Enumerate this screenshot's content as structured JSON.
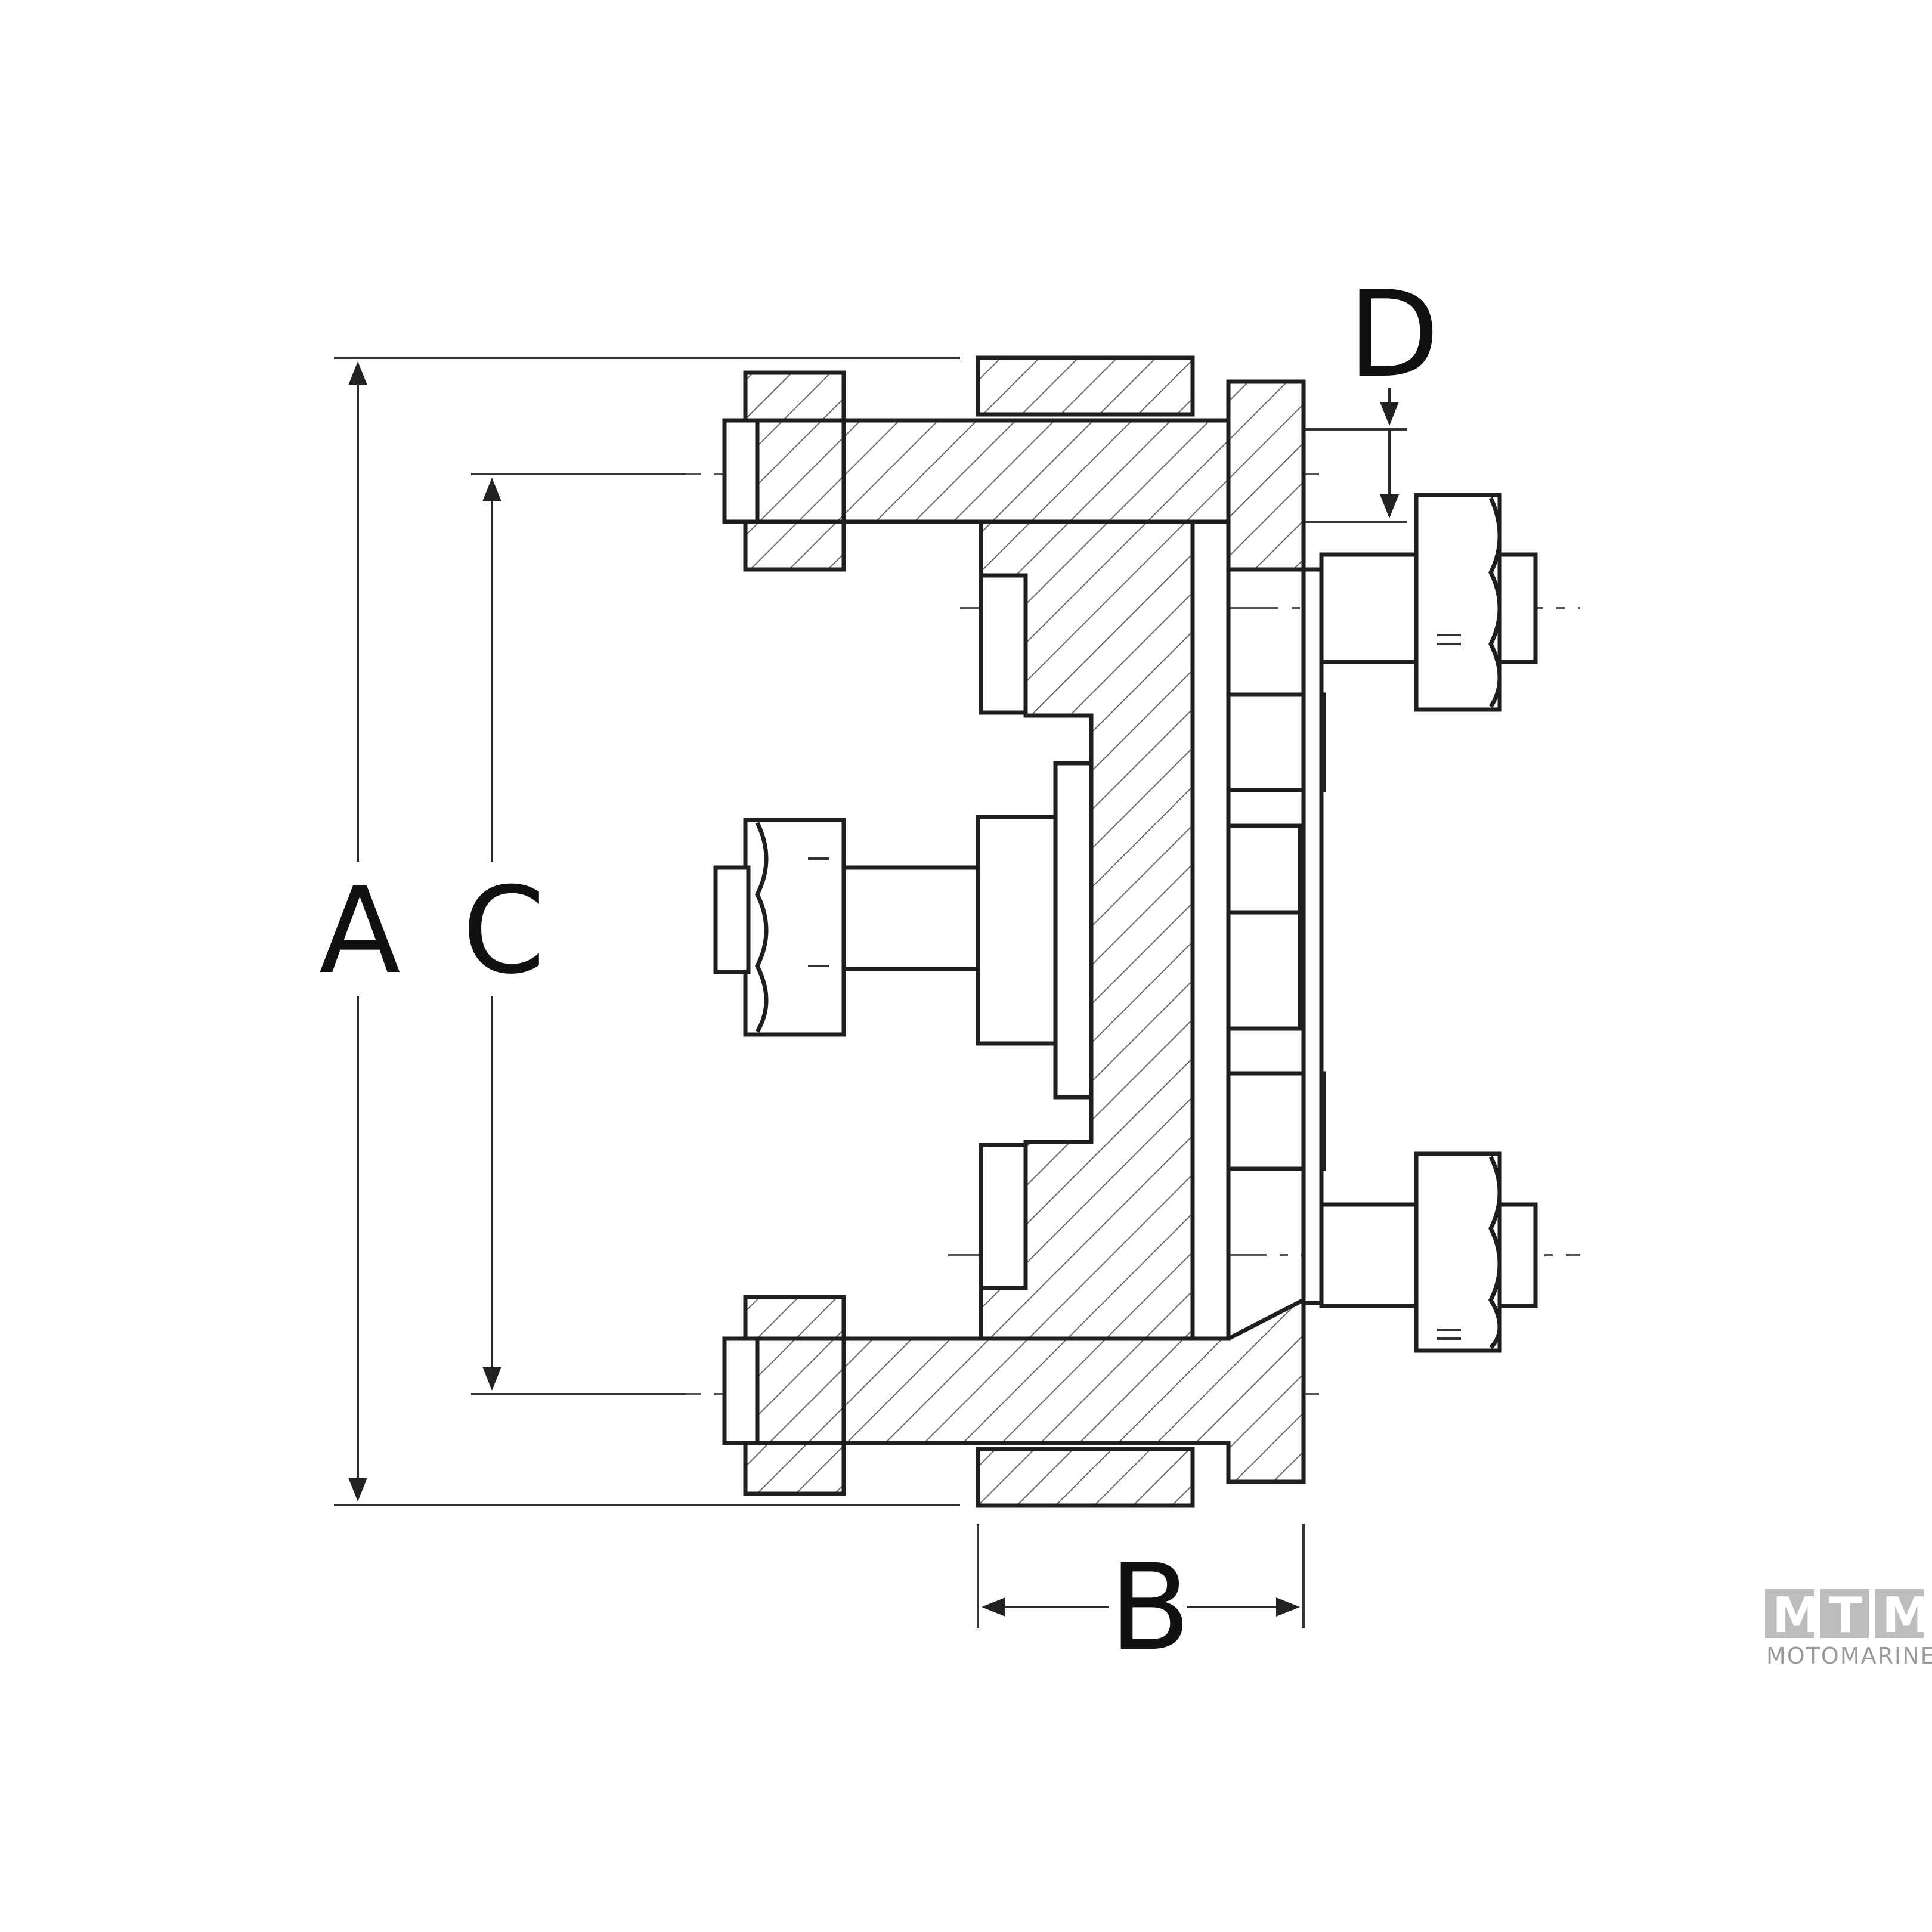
{
  "dimensions": {
    "a": "A",
    "b": "B",
    "c": "C",
    "d": "D"
  },
  "logo": {
    "letters": [
      "M",
      "T",
      "M"
    ],
    "subtitle": "MOTOMARINE"
  },
  "colors": {
    "line": "#1e1e1e",
    "logo_box": "#bdbdbd",
    "logo_text": "#9a9a9a"
  }
}
